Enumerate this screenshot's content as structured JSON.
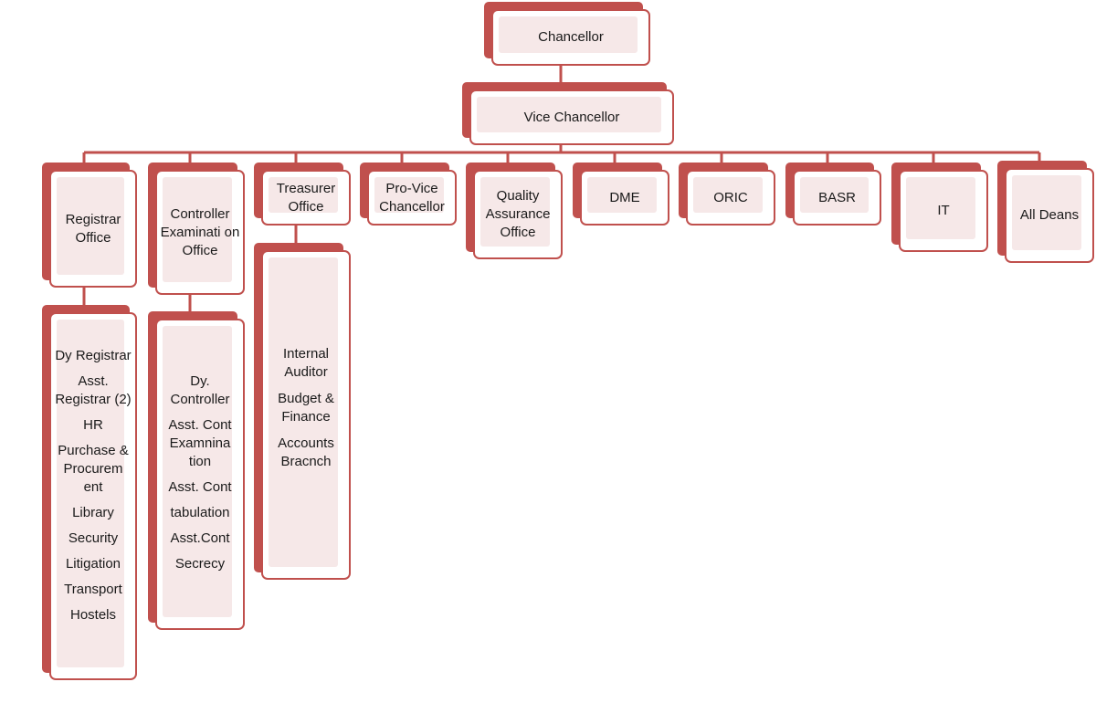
{
  "colors": {
    "accent": "#c0504d",
    "fill": "#f6e8e8"
  },
  "chancellor": "Chancellor",
  "vice_chancellor": "Vice Chancellor",
  "departments": {
    "registrar": "Registrar Office",
    "controller": "Controller Examinati on Office",
    "treasurer": "Treasurer Office",
    "pro_vc": "Pro-Vice Chancellor",
    "qa": "Quality Assurance Office",
    "dme": "DME",
    "oric": "ORIC",
    "basr": "BASR",
    "it": "IT",
    "deans": "All Deans"
  },
  "registrar_sub": [
    "Dy Registrar",
    "Asst. Registrar (2)",
    "HR",
    "Purchase & Procurem ent",
    "Library",
    "Security",
    "Litigation",
    "Transport",
    "Hostels"
  ],
  "controller_sub": [
    "Dy. Controller",
    "Asst. Cont Examnina tion",
    "Asst. Cont",
    "tabulation",
    "Asst.Cont",
    "Secrecy"
  ],
  "treasurer_sub": [
    "Internal Auditor",
    "Budget & Finance",
    "Accounts Bracnch"
  ]
}
